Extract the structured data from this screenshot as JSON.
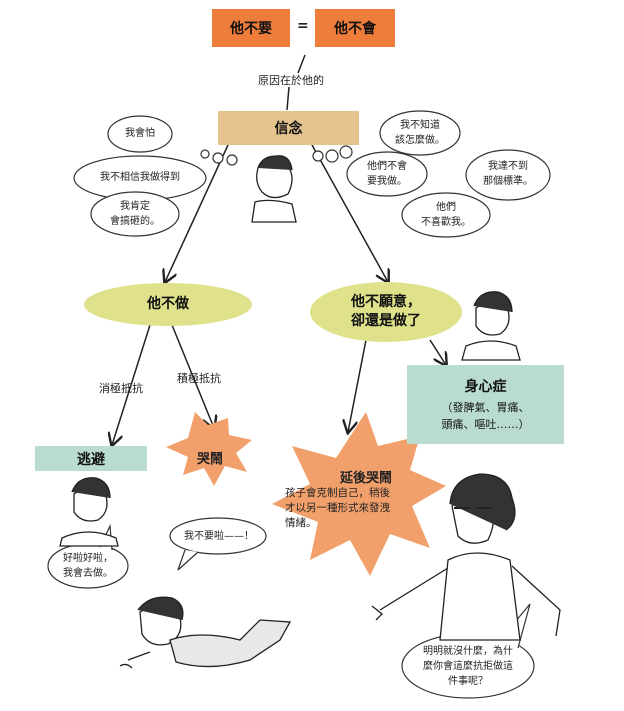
{
  "top": {
    "left_box": "他不要",
    "equals": "=",
    "right_box": "他不會",
    "link_label": "原因在於他的"
  },
  "belief_box": "信念",
  "clouds_left": [
    "我會怕",
    "我不相信我做得到",
    "我肯定\n會搞砸的。"
  ],
  "clouds_right": [
    "我不知道\n該怎麼做。",
    "他們不會\n要我做。",
    "我達不到\n那個標準。",
    "他們\n不喜歡我。"
  ],
  "branch_left": {
    "label": "他不做",
    "passive_label": "消極抵抗",
    "active_label": "積極抵抗",
    "avoid_box": "逃避",
    "cry_burst": "哭鬧",
    "speech": "好啦好啦，\n我會去做。"
  },
  "branch_right": {
    "label_line1": "他不願意，",
    "label_line2": "卻還是做了",
    "psychosomatic_title": "身心症",
    "psychosomatic_detail": "（發脾氣、胃痛、\n頭痛、嘔吐……）",
    "delayed_title": "延後哭鬧",
    "delayed_detail": "孩子會克制自己，稍後\n才以另一種形式來發洩\n情緒。"
  },
  "speech_child": "我不要啦——！",
  "speech_adult": "明明就沒什麼，為什\n麼你會這麼抗拒做這\n件事呢？",
  "colors": {
    "orange": "#ee7d3b",
    "tan": "#e4c38f",
    "olive": "#dfe28b",
    "teal": "#b9dccf"
  }
}
